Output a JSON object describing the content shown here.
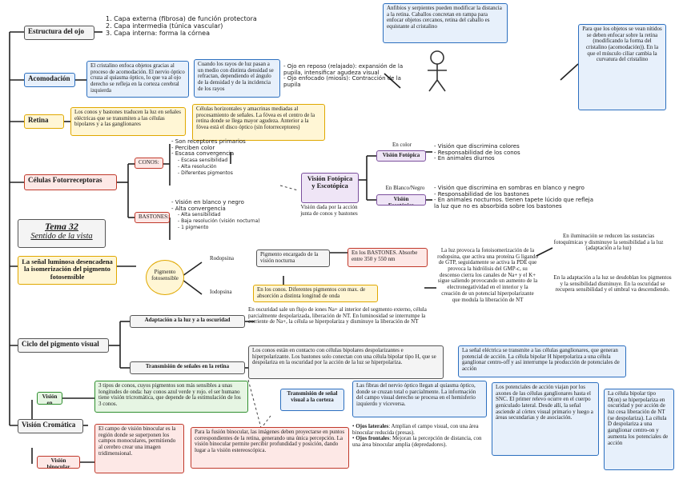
{
  "root_labels": {
    "estructura": "Estructura del ojo",
    "acomodacion": "Acomodación",
    "retina": "Retina",
    "fotorreceptoras": "Células Fotorreceptoras",
    "tema_title": "Tema 32",
    "tema_sub": "Sentido de la vista",
    "senal": "La señal luminosa desencadena la isomerización del pigmento fotosensible",
    "ciclo": "Ciclo del pigmento visual",
    "cromatica": "Visión Cromática",
    "vision_color": "Visión en color",
    "vision_binocular": "Visión binocular"
  },
  "estructura": {
    "items": [
      "1. Capa externa (fibrosa) de función protectora",
      "2. Capa intermedia (túnica vascular)",
      "3. Capa interna: forma la córnea"
    ]
  },
  "anfibios": {
    "text": "Anfibios y serpientes pueden modificar la distancia a la retina. Caballos concretan en rampa para enfocar objetos cercanos, retina del caballo es equistante al cristalino"
  },
  "objetos_lejanos": {
    "text": "Para que los objetos se vean nítidos se deben enfocar sobre la retina (modificando la forma del cristalino (acomodación)). En la que el músculo ciliar cambia la curvatura del cristalino"
  },
  "acomodacion": {
    "box1": "El cristalino enfoca objetos gracias al proceso de acomodación. El nervio óptico cruza al quiasma óptico, lo que va al ojo derecho se refleja en la corteza cerebral izquierda",
    "box2": "Cuando los rayos de luz pasan a un medio con distinta densidad se refractan, dependiendo el ángulo de la densidad y de la incidencia de los rayos",
    "line1": "- Ojo en reposo (relajado): expansión de la pupila, intensificar agudeza visual",
    "line2": "- Ojo enfocado (miosis): Contracción de la pupila"
  },
  "retina": {
    "box1": "Los conos y bastones traducen la luz en señales eléctricas que se transmiten a las células bipolares y a las ganglionares",
    "box2": "Células horizontales y amacrinas mediadas al procesamiento de señales. La fóvea es el centro de la retina donde se llega mayor agudeza. Anterior a la fóvea está el disco óptico (sin fotorreceptores)"
  },
  "fotorreceptoras": {
    "conos_label": "CONOS:",
    "bastones_label": "BASTONES:",
    "conos_items": [
      "- Son receptores primarios",
      "- Perciben color",
      "- Escasa convergencia"
    ],
    "conos_sub": [
      "- Escasa sensibilidad",
      "- Alta resolución",
      "- Diferentes pigmentos"
    ],
    "bastones_items": [
      "- Visión en blanco y negro",
      "- Alta convergencia"
    ],
    "bastones_sub": [
      "- Alta sensibilidad",
      "- Baja resolución (visión nocturna)",
      "- 1 pigmento"
    ]
  },
  "escotopica": {
    "center": "Visión Fotópica y Escotópica",
    "note": "Visión dada por la acción junta de conos y bastones",
    "fotopica_header": "En color",
    "fotopica_label": "Visión Fotópica",
    "escotopica_header": "En Blanco/Negro",
    "escotopica_label": "Visión Escotópica",
    "fotopica_items": [
      "- Visión que discrimina colores",
      "- Responsabilidad de los conos",
      "- En animales diurnos"
    ],
    "escotopica_items": [
      "- Visión que discrimina en sombras en blanco y negro",
      "- Responsabilidad de los bastones",
      "- En animales nocturnos. tienen tapete lúcido que refleja la luz que no es absorbida sobre los bastones"
    ]
  },
  "pigmento": {
    "center": "Pigmento fotosensible",
    "rodopsina": "Rodopsina",
    "iodopsina": "Iodopsina",
    "encargado": "Pigmento encargado de la visión nocturna",
    "bastones_abs": "En los BASTONES. Absorbe entre 350 y 550 nm",
    "conos_abs": "En los conos. Diferentes pigmentos con max. de absorción a distinta longitud de onda",
    "oscuridad": "En oscuridad sale un flujo de iones Na+ al interior del segmento externo, célula parcialmente despolarizada, liberación de NT. En luminosidad se interrumpe la corriente de Na+, la célula se hiperpolariza y disminuye la liberación de NT",
    "fotoisomerizacion": "La luz provoca la fotoisomerización de la rodopsina, que activa una proteína G ligando de GTP, seguidamente se activa la PDE que provoca la hidrólisis del GMP-c, su descenso cierra los canales de Na+ y el K+ sigue saliendo provocando un aumento de la electronegatividad en el interior y la creación de un potencial hiperpolarizante que modula la liberación de NT",
    "iluminacion": "En iluminación se reducen las sustancias fotoquímicas y disminuye la sensibilidad a la luz (adaptación a la luz)",
    "adaptacion": "En la adaptación a la luz se desdoblan los pigmentos y la sensibilidad disminuye. En la oscuridad se recupera sensibilidad y el umbral va descendiendo."
  },
  "ciclo": {
    "adaptacion": "Adaptación a la luz y a la oscuridad",
    "transmision": "Transmisión de señales en la retina",
    "conos_bipolares": "Los conos están en contacto con células bipolares despolarizantes e hiperpolarizante. Los bastones solo conectan con una célula bipolar tipo H, que se despolariza en la oscuridad por la acción de la luz se hiperpolariza.",
    "senal_electrica": "La señal eléctrica se transmite a las células ganglionares, que generan potencial de acción. La célula bipolar H hiperpolariza a una célula ganglionar centro-off y así interrumpe la producción de potenciales de acción"
  },
  "cromatica": {
    "tres_tipos": "3 tipos de conos, cuyos pigmentos son más sensibles a unas longitudes de onda: hay conos azul verde y rojo. el ser humano tiene visión tricromática, que depende de la estimulación de los 3 conos.",
    "campo_binocular": "El campo de visión binocular es la región donde se superponen los campos monoculares, permitiendo al cerebro crear una imagen tridimensional.",
    "fusion": "Para la fusión binocular, las imágenes deben proyectarse en puntos correspondientes de la retina, generando una única percepción. La visión binocular permite percibir profundidad y posición, dando lugar a la visión estereoscópica.",
    "transmision_visual": "Transmisión de señal visual a la corteza",
    "fibras": "Las fibras del nervio óptico llegan al quiasma óptico, donde se cruzan total o parcialmente. La información del campo visual derecho se procesa en el hemisferio izquierdo y viceversa.",
    "ojos_laterales_label": "Ojos laterales",
    "ojos_laterales_text": ": Amplían el campo visual, con una área binocular reducida (presas).",
    "ojos_frontales_label": "Ojos frontales",
    "ojos_frontales_text": ": Mejoran la percepción de distancia, con una área binocular amplia (depredadores).",
    "potenciales": "Los potenciales de acción viajan por los axones de las células ganglionares hasta el SNC. El primer relevo ocurre en el cuerpo geniculado lateral. Desde allí, la señal asciende al córtex visual primario y luego a áreas secundarias y de asociación.",
    "bipolar_d": "La célula bipolar tipo D(on) se hiperpolariza en oscuridad y por acción de luz cesa liberación de NT (se despolariza). La célula D despolariza a una ganglionar centro-on y aumenta los potenciales de acción"
  }
}
